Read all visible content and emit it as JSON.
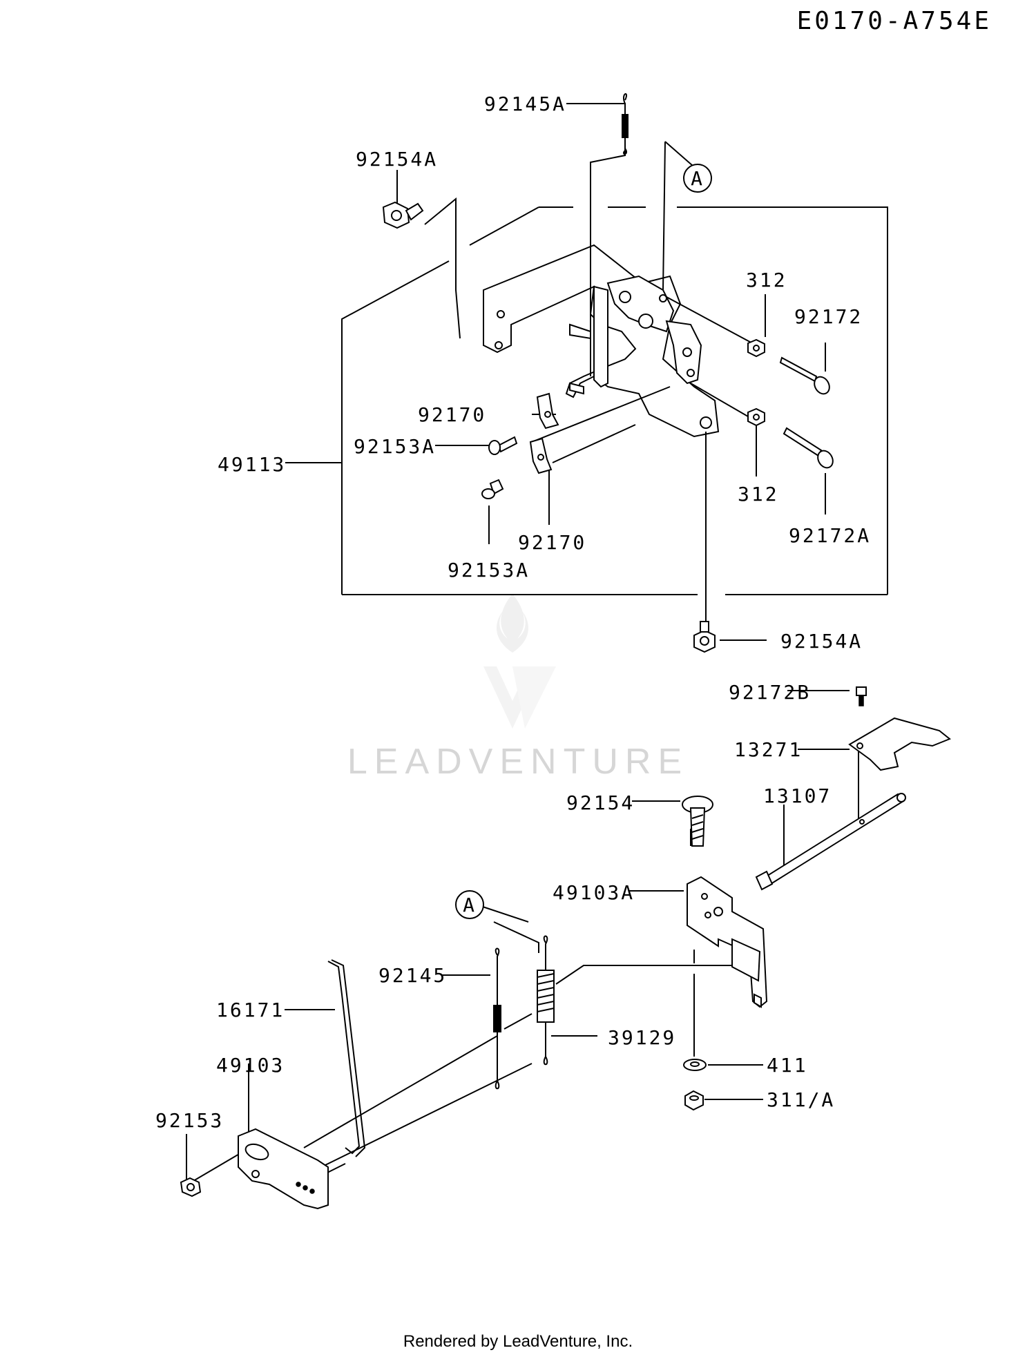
{
  "diagram_code": "E0170-A754E",
  "footer": "Rendered by LeadVenture, Inc.",
  "watermark": "LEADVENTURE",
  "callout_letter": "A",
  "labels": [
    "92145A",
    "92154A",
    "312",
    "92172",
    "92170",
    "92153A",
    "49113",
    "312",
    "92172A",
    "92170",
    "92153A",
    "92154A",
    "92172B",
    "13271",
    "92154",
    "13107",
    "49103A",
    "92145",
    "16171",
    "39129",
    "49103",
    "411",
    "92153",
    "311/A"
  ]
}
